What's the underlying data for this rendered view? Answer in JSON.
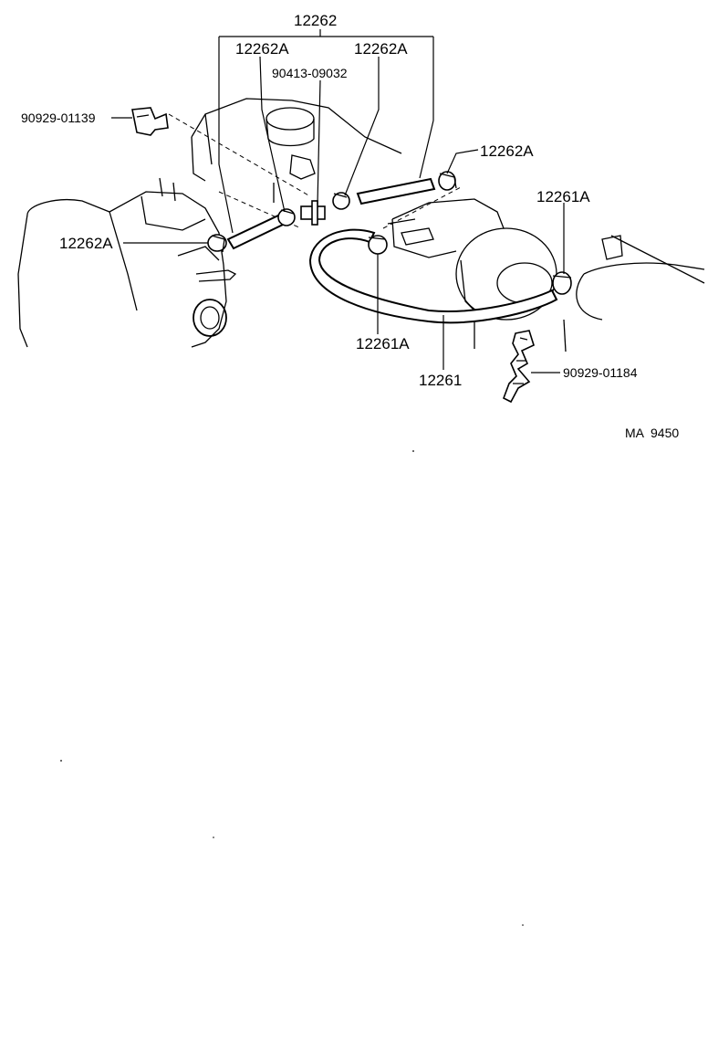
{
  "labels": {
    "hose_main": "12262",
    "clamp_upper_left": "12262A",
    "clamp_upper_right": "12262A",
    "union": "90413-09032",
    "vsv_top_left": "90929-01139",
    "clamp_right_top": "12262A",
    "clamp_left": "12262A",
    "clamp_lower_right": "12261A",
    "clamp_lower_center": "12261A",
    "hose_lower": "12261",
    "bracket": "90929-01184",
    "diagram_code": "MA  9450"
  }
}
